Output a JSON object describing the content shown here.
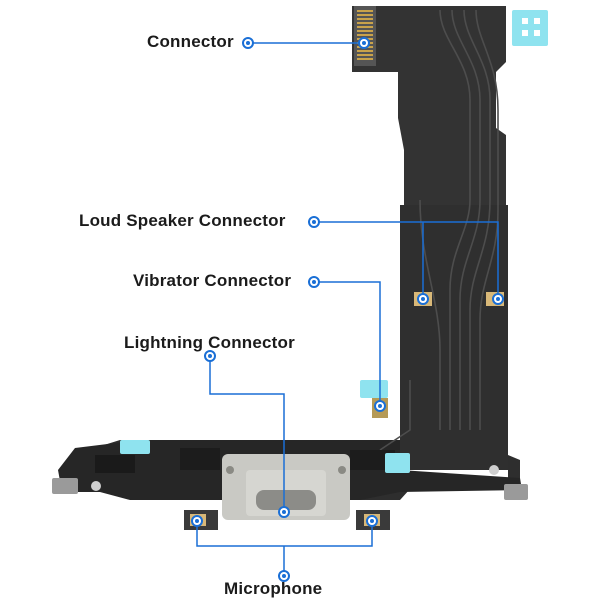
{
  "labels": {
    "connector": "Connector",
    "loud_speaker_connector": "Loud Speaker Connector",
    "vibrator_connector": "Vibrator Connector",
    "lightning_connector": "Lightning Connector",
    "microphone": "Microphone"
  },
  "colors": {
    "callout_line": "#1a6fd6",
    "callout_dot_fill": "#ffffff",
    "flex_cable": "#2e2e2e",
    "flex_cable_shade": "#3b3b3b",
    "trace_lines": "#4a4a4a",
    "cyan_tape": "#8fe3ef",
    "port_gray": "#c9c9c4",
    "mic_pad": "#d8b878"
  }
}
